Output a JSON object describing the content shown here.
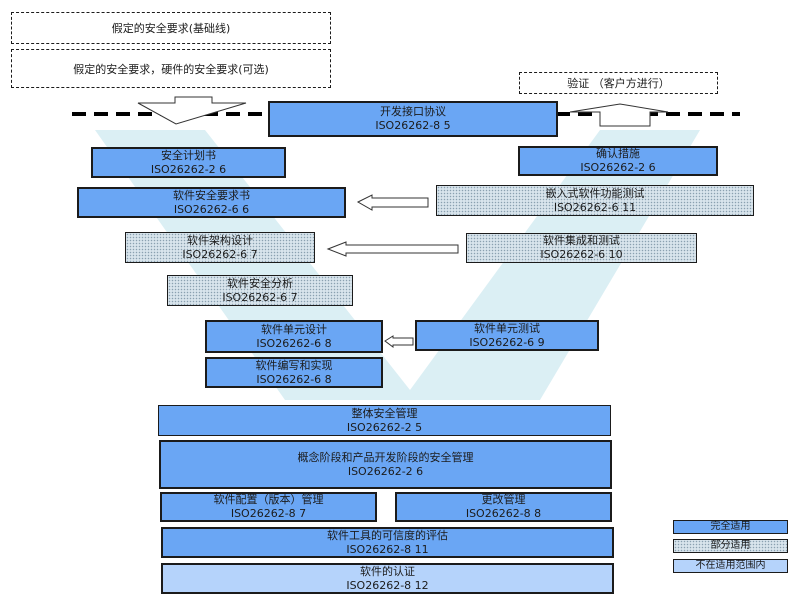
{
  "header": {
    "baseline": "假定的安全要求(基础线)",
    "optional": "假定的安全要求，硬件的安全要求(可选)",
    "verification": "验证 （客户方进行）"
  },
  "interface": {
    "title": "开发接口协议",
    "ref": "ISO26262-8 5"
  },
  "left": [
    {
      "title": "安全计划书",
      "ref": "ISO26262-2 6"
    },
    {
      "title": "软件安全要求书",
      "ref": "ISO26262-6 6"
    },
    {
      "title": "软件架构设计",
      "ref": "ISO26262-6 7"
    },
    {
      "title": "软件安全分析",
      "ref": "ISO26262-6 7"
    },
    {
      "title": "软件单元设计",
      "ref": "ISO26262-6 8"
    },
    {
      "title": "软件编写和实现",
      "ref": "ISO26262-6 8"
    }
  ],
  "right": [
    {
      "title": "确认措施",
      "ref": "ISO26262-2 6"
    },
    {
      "title": "嵌入式软件功能测试",
      "ref": "ISO26262-6 11"
    },
    {
      "title": "软件集成和测试",
      "ref": "ISO26262-6 10"
    },
    {
      "title": "软件单元测试",
      "ref": "ISO26262-6 9"
    }
  ],
  "bottom": [
    {
      "title": "整体安全管理",
      "ref": "ISO26262-2 5"
    },
    {
      "title": "概念阶段和产品开发阶段的安全管理",
      "ref": "ISO26262-2 6"
    },
    {
      "title": "软件配置（版本）管理",
      "ref": "ISO26262-8 7"
    },
    {
      "title": "更改管理",
      "ref": "ISO26262-8 8"
    },
    {
      "title": "软件工具的可信度的评估",
      "ref": "ISO26262-8 11"
    },
    {
      "title": "软件的认证",
      "ref": "ISO26262-8 12"
    }
  ],
  "legend": {
    "full": "完全适用",
    "partial": "部分适用",
    "na": "不在适用范围内"
  },
  "colors": {
    "full": "#6aa6f4",
    "partial_bg": "#d8e4ec",
    "not_applicable": "#b5d3fb",
    "v_shape": "#dbeff4"
  }
}
